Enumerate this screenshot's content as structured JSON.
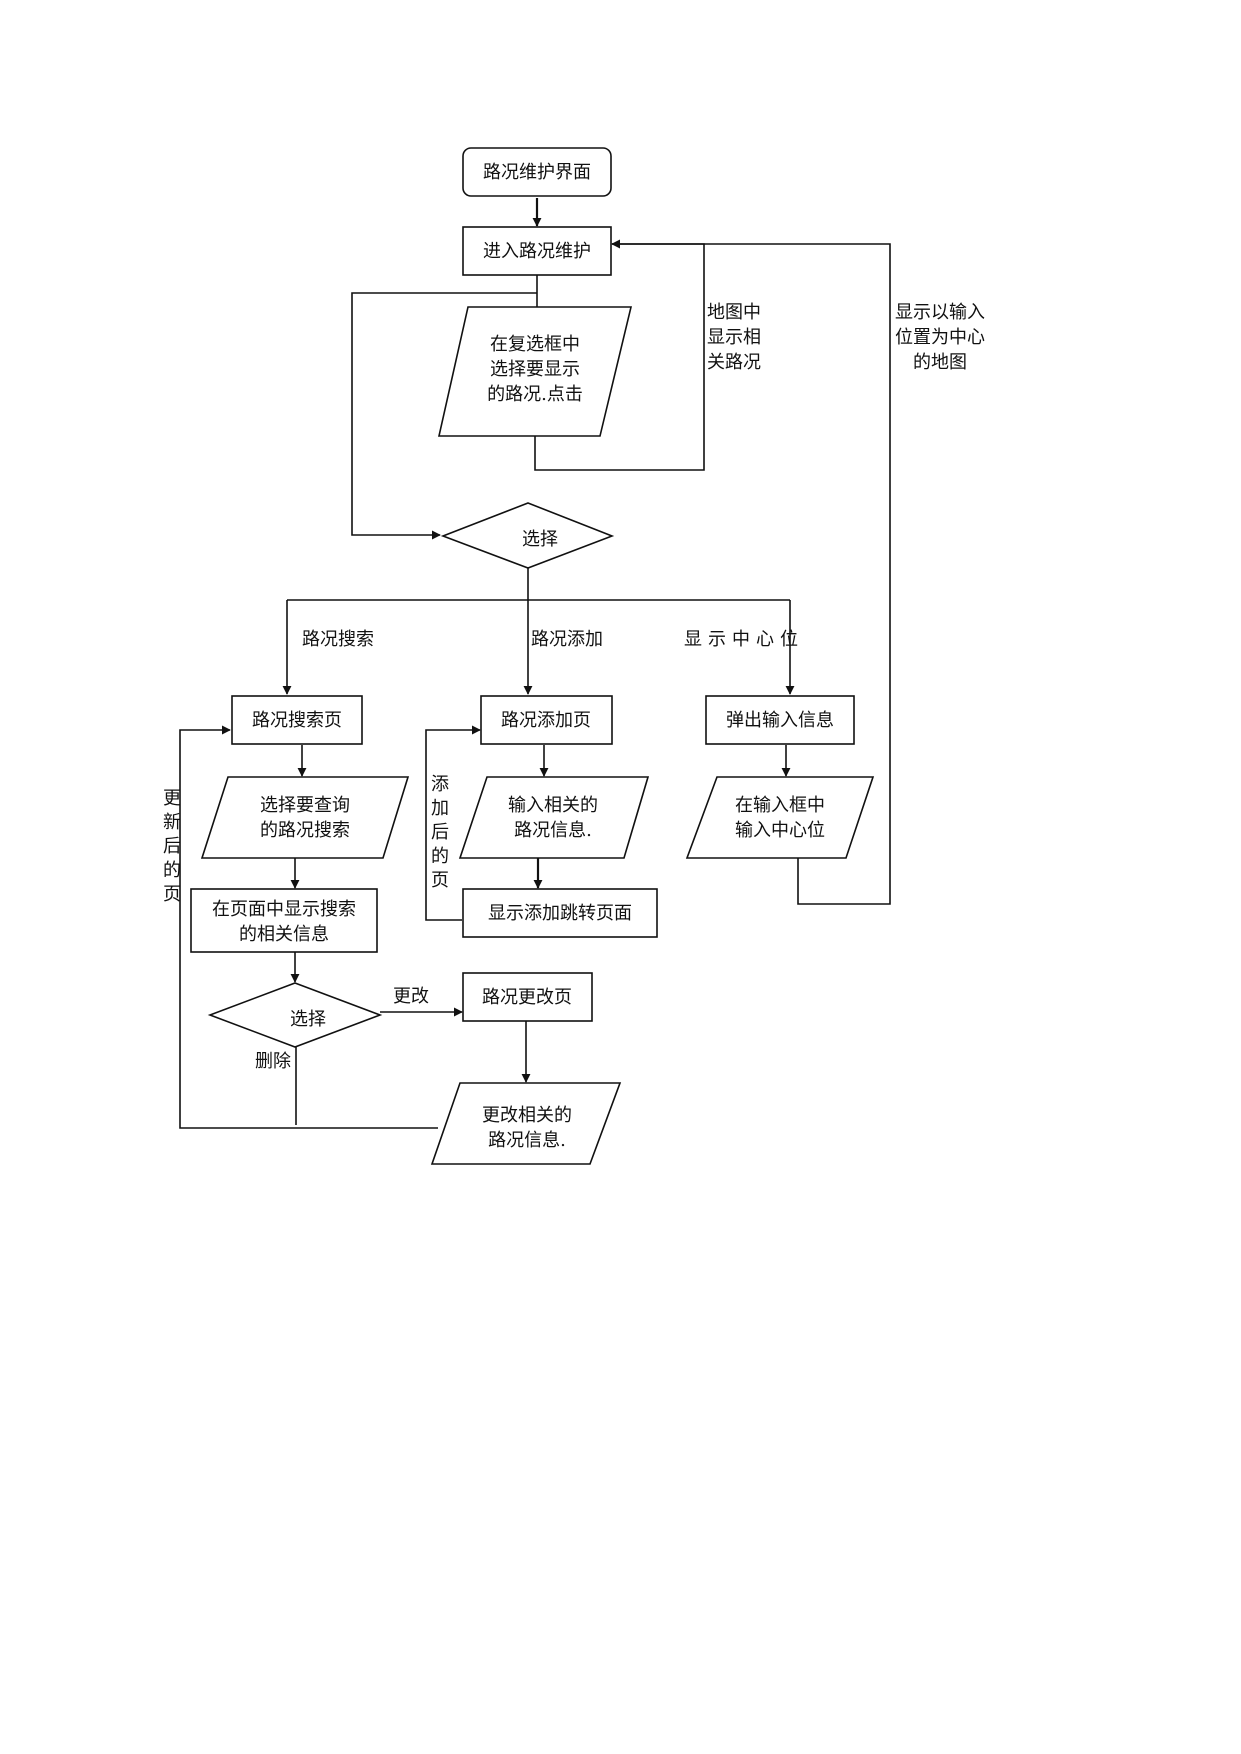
{
  "nodes": {
    "start": "路况维护界面",
    "enter": "进入路况维护",
    "checkbox": [
      "在复选框中",
      "选择要显示",
      "的路况.点击"
    ],
    "choose_main": "选择",
    "search_page": "路况搜索页",
    "search_input": [
      "选择要查询",
      "的路况搜索"
    ],
    "search_result": [
      "在页面中显示搜索",
      "的相关信息"
    ],
    "choose_sub": "选择",
    "modify_page": "路况更改页",
    "modify_input": [
      "更改相关的",
      "路况信息."
    ],
    "add_page": "路况添加页",
    "add_input": [
      "输入相关的",
      "路况信息."
    ],
    "add_result": "显示添加跳转页面",
    "popup": "弹出输入信息",
    "center_input": [
      "在输入框中",
      "输入中心位"
    ]
  },
  "labels": {
    "map_show": [
      "地图中",
      "显示相",
      "关路况"
    ],
    "center_map": [
      "显示以输入",
      "位置为中心",
      "的地图"
    ],
    "search": "路况搜索",
    "add": "路况添加",
    "center": "显示中心位",
    "updated_page": [
      "更",
      "新",
      "后",
      "的",
      "页"
    ],
    "after_add": [
      "添",
      "加",
      "后",
      "的",
      "页"
    ],
    "modify": "更改",
    "delete": "删除"
  }
}
